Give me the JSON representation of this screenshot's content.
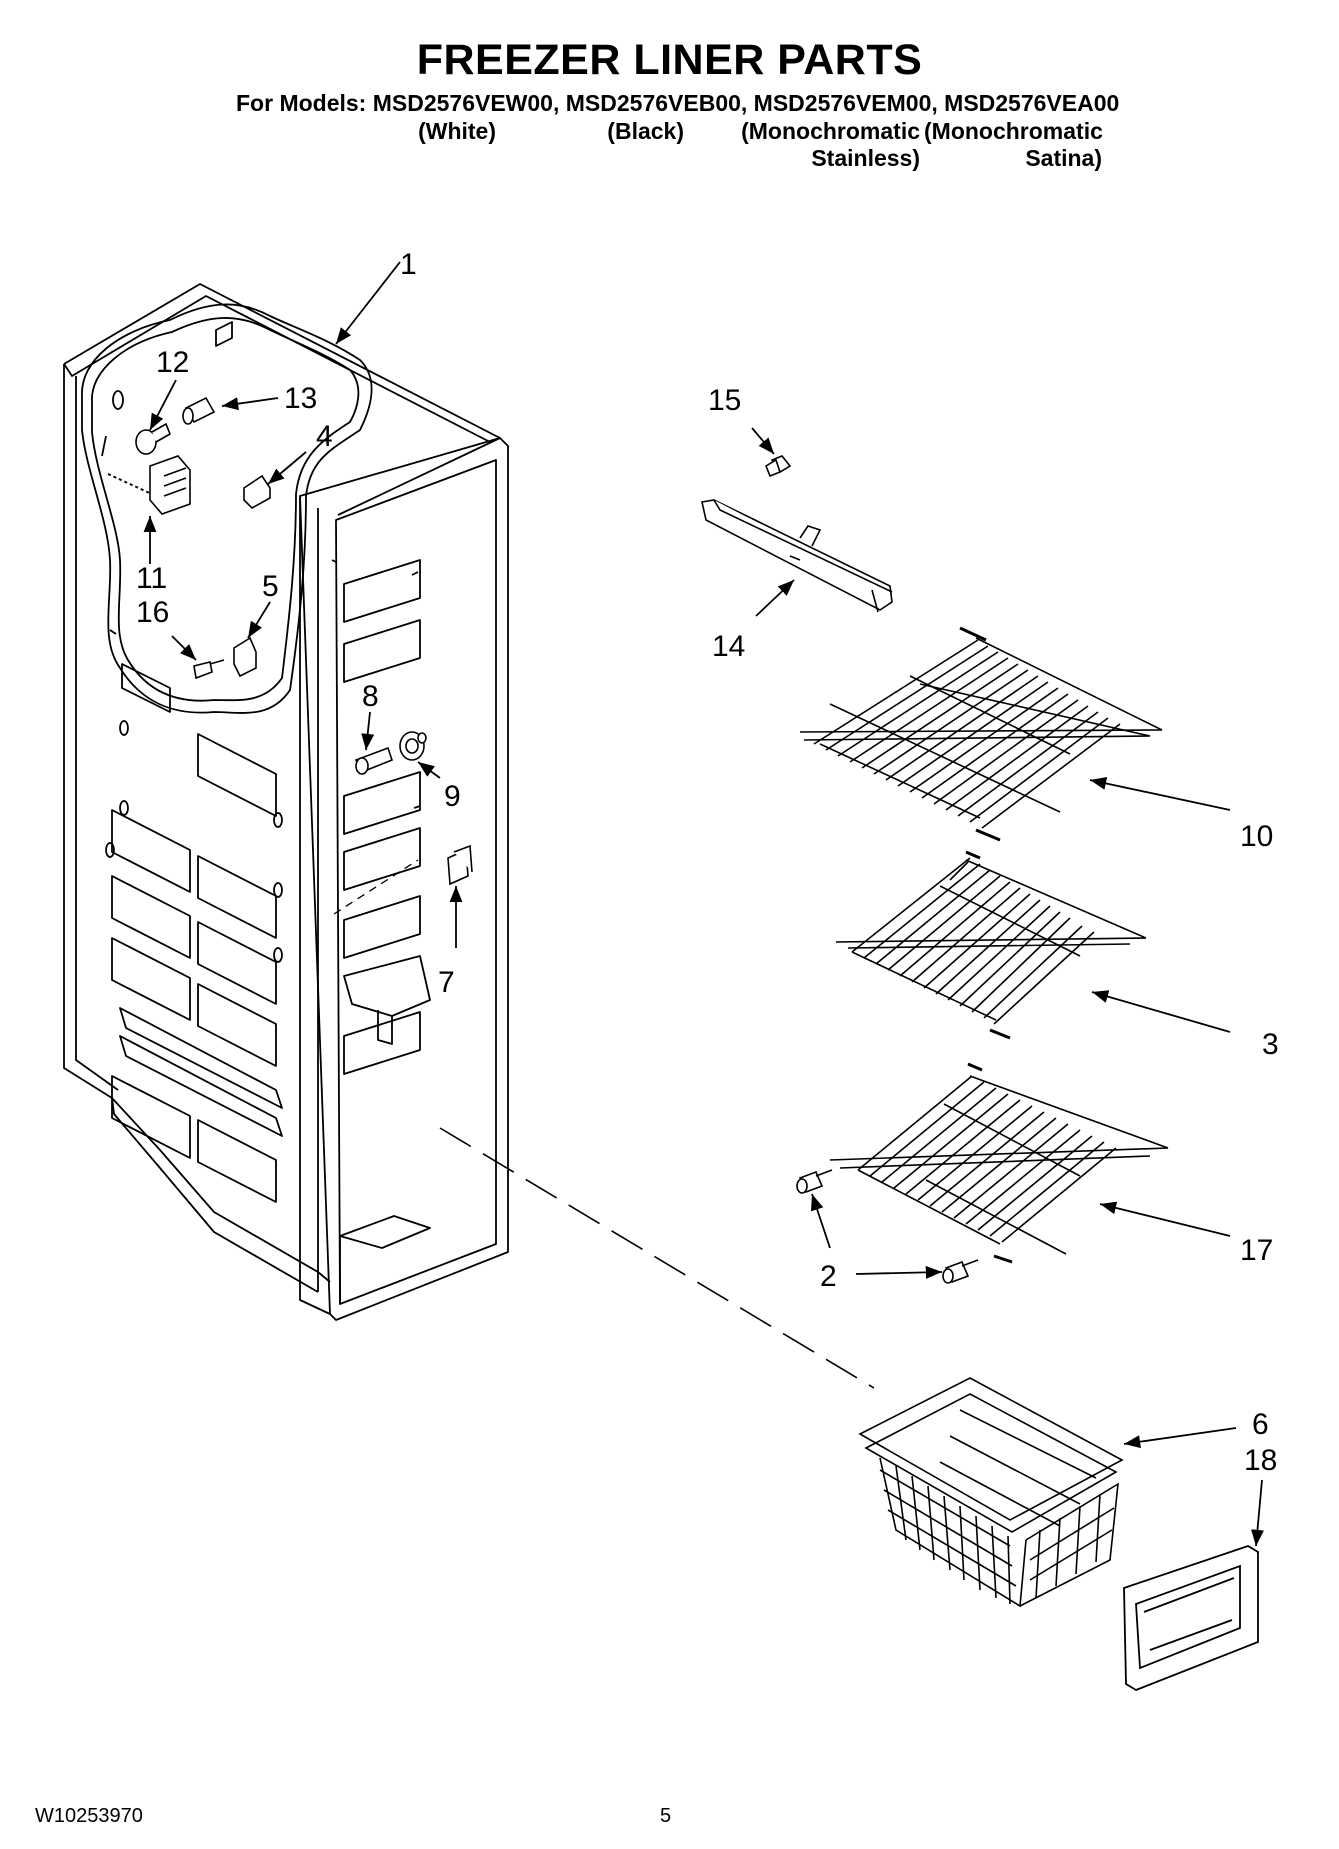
{
  "header": {
    "title": "FREEZER LINER PARTS",
    "models_line": "For Models: MSD2576VEW00, MSD2576VEB00, MSD2576VEM00, MSD2576VEA00",
    "variants": [
      {
        "line1": "(White)",
        "line2": ""
      },
      {
        "line1": "(Black)",
        "line2": ""
      },
      {
        "line1": "(Monochromatic",
        "line2": "Stainless)"
      },
      {
        "line1": "(Monochromatic",
        "line2": "Satina)"
      }
    ]
  },
  "callouts": {
    "c1": "1",
    "c2": "2",
    "c3": "3",
    "c4": "4",
    "c5": "5",
    "c6": "6",
    "c7": "7",
    "c8": "8",
    "c9": "9",
    "c10": "10",
    "c11": "11",
    "c12": "12",
    "c13": "13",
    "c14": "14",
    "c15": "15",
    "c16": "16",
    "c17": "17",
    "c18": "18"
  },
  "footer": {
    "doc_number": "W10253970",
    "page_number": "5"
  }
}
